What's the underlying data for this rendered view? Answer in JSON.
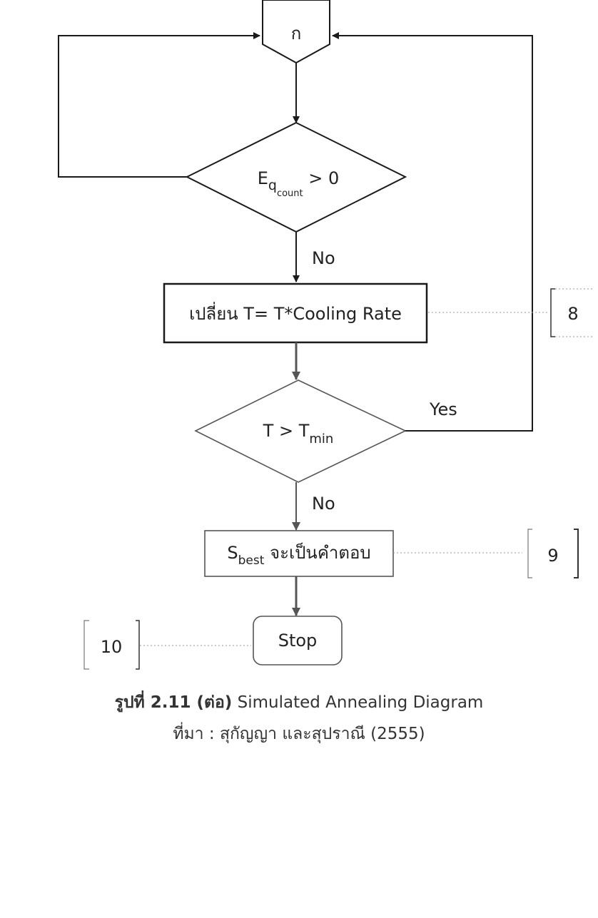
{
  "connector": {
    "label": "ก"
  },
  "decision1": {
    "base": "E",
    "sub1": "q",
    "sub2": "count",
    "tail": " > 0"
  },
  "decision1_no": "No",
  "process1": "เปลี่ยน T= T*Cooling Rate",
  "decision2": {
    "left": "T > T",
    "sub": "min"
  },
  "decision2_yes": "Yes",
  "decision2_no": "No",
  "process2": {
    "base": "S",
    "sub": "best",
    "tail": " จะเป็นคำตอบ"
  },
  "terminal": "Stop",
  "callouts": {
    "c8": "8",
    "c9": "9",
    "c10": "10"
  },
  "caption": {
    "prefix": "รูปที่ 2.11 (ต่อ)",
    "title": "Simulated Annealing Diagram",
    "source": "ที่มา : สุกัญญา และสุปราณี (2555)"
  },
  "colors": {
    "line": "#1a1a1a",
    "line_gray": "#555555",
    "dashed": "#999999"
  }
}
